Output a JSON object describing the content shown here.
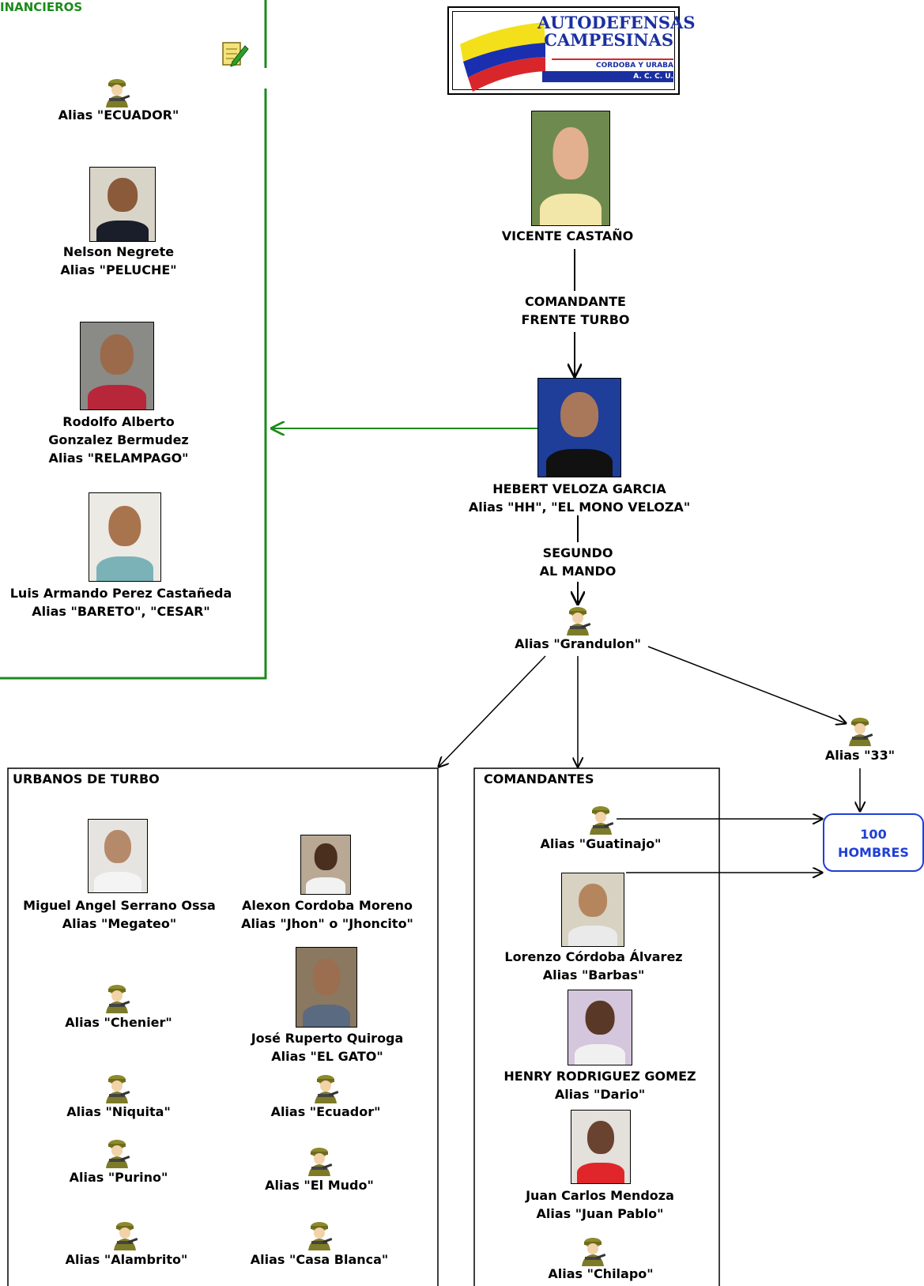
{
  "financieros": {
    "title": "INANCIEROS",
    "members": [
      {
        "alias": "Alias \"ECUADOR\""
      },
      {
        "name": "Nelson Negrete",
        "alias": "Alias \"PELUCHE\""
      },
      {
        "name1": "Rodolfo Alberto",
        "name2": "Gonzalez Bermudez",
        "alias": "Alias \"RELAMPAGO\""
      },
      {
        "name": "Luis Armando Perez Castañeda",
        "alias": "Alias \"BARETO\", \"CESAR\""
      }
    ]
  },
  "logo": {
    "line1": "AUTODEFENSAS",
    "line2": "CAMPESINAS",
    "line3": "CORDOBA Y URABA",
    "line4": "A. C. C. U."
  },
  "chain": {
    "top": {
      "name": "VICENTE CASTAÑO"
    },
    "role1": {
      "l1": "COMANDANTE",
      "l2": "FRENTE TURBO"
    },
    "hh": {
      "name": "HEBERT VELOZA GARCIA",
      "alias": "Alias \"HH\", \"EL MONO VELOZA\""
    },
    "role2": {
      "l1": "SEGUNDO",
      "l2": "AL MANDO"
    },
    "grandulon": {
      "alias": "Alias \"Grandulon\""
    },
    "a33": {
      "alias": "Alias \"33\""
    },
    "hombres": {
      "l1": "100",
      "l2": "HOMBRES"
    }
  },
  "urbanos": {
    "title": "URBANOS DE TURBO",
    "serrano": {
      "name": "Miguel Angel Serrano Ossa",
      "alias": "Alias \"Megateo\""
    },
    "alexon": {
      "name": "Alexon Cordoba Moreno",
      "alias": "Alias \"Jhon\" o \"Jhoncito\""
    },
    "quiroga": {
      "name": "José Ruperto Quiroga",
      "alias": "Alias \"EL GATO\""
    },
    "chenier": "Alias \"Chenier\"",
    "niquita": "Alias \"Niquita\"",
    "ecuador": "Alias \"Ecuador\"",
    "purino": "Alias \"Purino\"",
    "mudo": "Alias \"El Mudo\"",
    "alambrito": "Alias \"Alambrito\"",
    "casablanca": "Alias \"Casa Blanca\""
  },
  "comandantes": {
    "title": "COMANDANTES",
    "guatinajo": "Alias \"Guatinajo\"",
    "lorenzo": {
      "name": "Lorenzo Córdoba Álvarez",
      "alias": "Alias \"Barbas\""
    },
    "henry": {
      "name": "HENRY RODRIGUEZ GOMEZ",
      "alias": "Alias \"Dario\""
    },
    "juan": {
      "name": "Juan Carlos Mendoza",
      "alias": "Alias \"Juan Pablo\""
    },
    "chilapo": "Alias \"Chilapo\""
  },
  "colors": {
    "green": "#1c8a1c",
    "blue": "#1f3fd6",
    "box_line": "#000000"
  }
}
